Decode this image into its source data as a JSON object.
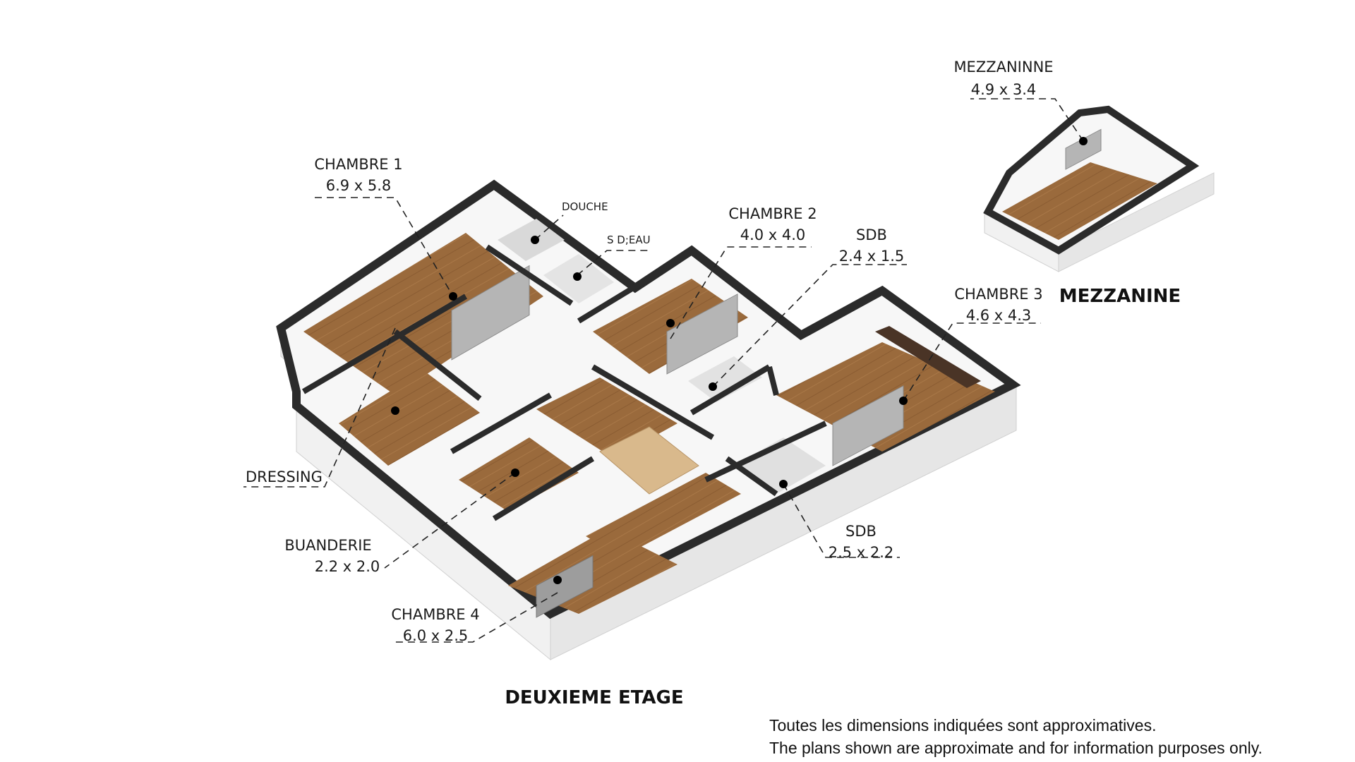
{
  "rooms": {
    "chambre1": {
      "name": "CHAMBRE 1",
      "dims": "6.9 x 5.8"
    },
    "douche": {
      "name": "DOUCHE"
    },
    "sdeau": {
      "name": "S D;EAU"
    },
    "chambre2": {
      "name": "CHAMBRE 2",
      "dims": "4.0 x 4.0"
    },
    "sdb1": {
      "name": "SDB",
      "dims": "2.4 x 1.5"
    },
    "chambre3": {
      "name": "CHAMBRE 3",
      "dims": "4.6 x 4.3"
    },
    "mezzanine": {
      "name": "MEZZANINNE",
      "dims": "4.9 x 3.4"
    },
    "dressing": {
      "name": "DRESSING"
    },
    "buanderie": {
      "name": "BUANDERIE",
      "dims": "2.2 x 2.0"
    },
    "sdb2": {
      "name": "SDB",
      "dims": "2.5 x 2.2"
    },
    "chambre4": {
      "name": "CHAMBRE 4",
      "dims": "6.0 x 2.5"
    }
  },
  "floors": {
    "main": "DEUXIEME ETAGE",
    "mezzanine": "MEZZANINE"
  },
  "disclaimer": {
    "fr": "Toutes les dimensions indiquées sont approximatives.",
    "en": "The plans shown are approximate and for information purposes only."
  },
  "colors": {
    "wall": "#2b2b2b",
    "floor_wood": "#9a6a3c",
    "wall_face": "#f3f3f3",
    "tile": "#e8e8e8"
  }
}
